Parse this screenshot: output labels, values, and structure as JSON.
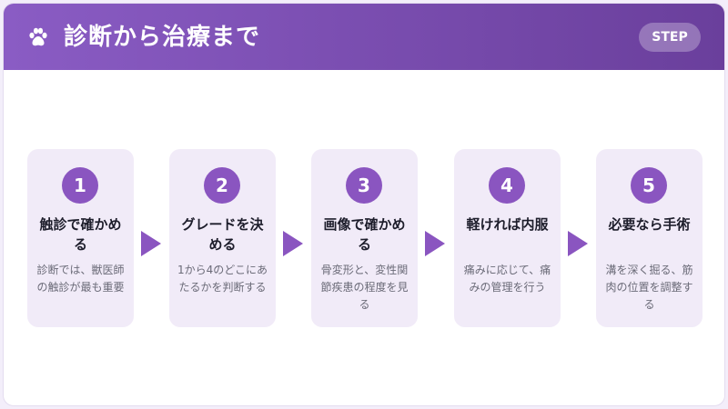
{
  "header": {
    "title": "診断から治療まで",
    "badge": "STEP",
    "icon": "paw-icon"
  },
  "colors": {
    "header_gradient_start": "#8a5cc4",
    "header_gradient_end": "#6a3f9c",
    "accent": "#8a55c0",
    "step_background": "#f1ebf8"
  },
  "steps": [
    {
      "number": "1",
      "title": "触診で確かめる",
      "description": "診断では、獣医師の触診が最も重要"
    },
    {
      "number": "2",
      "title": "グレードを決める",
      "description": "1から4のどこにあたるかを判断する"
    },
    {
      "number": "3",
      "title": "画像で確かめる",
      "description": "骨変形と、変性関節疾患の程度を見る"
    },
    {
      "number": "4",
      "title": "軽ければ内服",
      "description": "痛みに応じて、痛みの管理を行う"
    },
    {
      "number": "5",
      "title": "必要なら手術",
      "description": "溝を深く掘る、筋肉の位置を調整する"
    }
  ]
}
